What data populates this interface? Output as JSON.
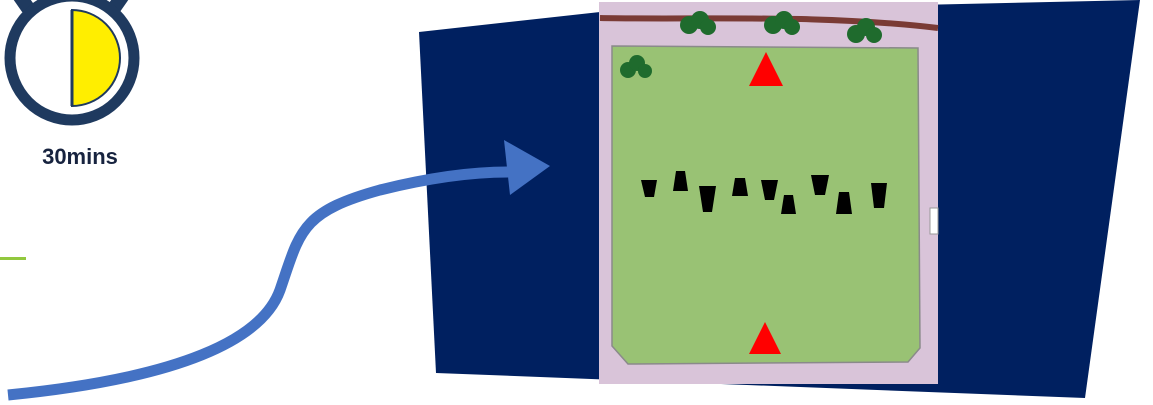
{
  "timer": {
    "label": "30mins",
    "fraction_elapsed": 0.5,
    "ring_color": "#1f3a5f",
    "fill_color": "#ffee00"
  },
  "panel": {
    "background_color": "#002060",
    "field_color": "#99c274",
    "path_color": "#d9c4d9",
    "wall_color": "#7a3b35"
  },
  "arrow": {
    "color": "#4472c4"
  },
  "cones": {
    "color": "#000000",
    "count": 9
  },
  "markers": {
    "color": "#ff0000",
    "count": 2
  },
  "trees": {
    "color": "#1f6b2d",
    "count": 4
  },
  "accent_line": {
    "color": "#92c83e"
  }
}
